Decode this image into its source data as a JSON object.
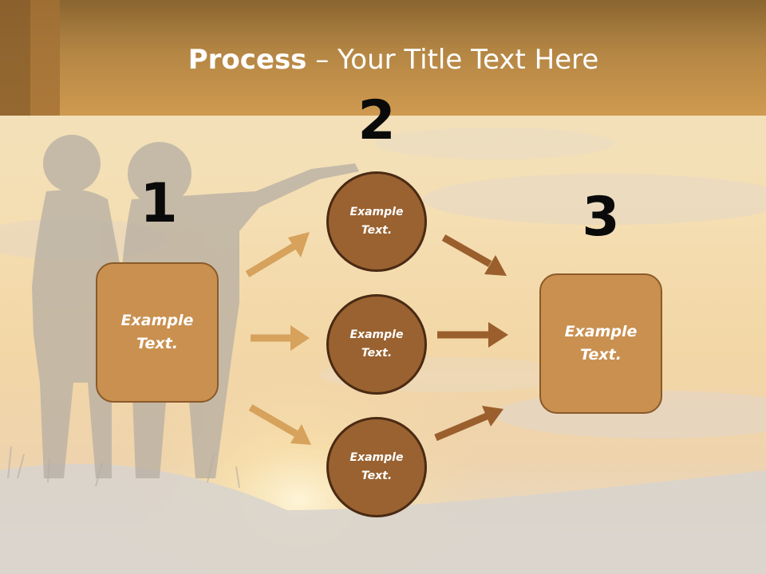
{
  "title": {
    "bold": "Process",
    "rest": " – Your Title Text Here"
  },
  "steps": {
    "one": "1",
    "two": "2",
    "three": "3"
  },
  "left_box": {
    "text": "Example Text."
  },
  "circles": [
    {
      "text": "Example Text."
    },
    {
      "text": "Example Text."
    },
    {
      "text": "Example Text."
    }
  ],
  "right_box": {
    "text": "Example Text."
  },
  "colors": {
    "header": "#c18d4a",
    "box_fill": "#c99050",
    "circle_fill": "#996230",
    "arrow_light": "#d6a25c",
    "arrow_dark": "#9a5f2c"
  }
}
